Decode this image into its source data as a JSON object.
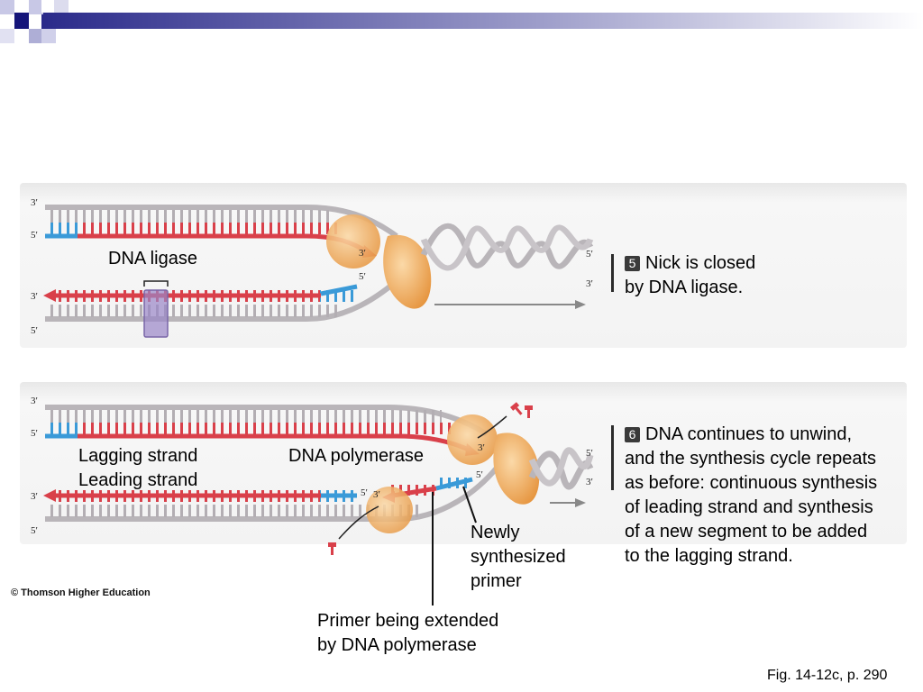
{
  "panel5": {
    "label_ligase": "DNA ligase",
    "step_number": "5",
    "caption_line1": "Nick is closed",
    "caption_line2": "by DNA ligase."
  },
  "panel6": {
    "label_lagging": "Lagging strand",
    "label_leading": "Leading strand",
    "label_polymerase": "DNA polymerase",
    "label_primer_line1": "Newly",
    "label_primer_line2": "synthesized",
    "label_primer_line3": "primer",
    "label_extended_line1": "Primer being extended",
    "label_extended_line2": "by DNA polymerase",
    "step_number": "6",
    "caption_lines": [
      "DNA continues to unwind,",
      "and the synthesis cycle repeats",
      "as before: continuous synthesis",
      "of leading strand and synthesis",
      "of a new segment to be added",
      "to the lagging strand."
    ]
  },
  "primes": {
    "three": "3′",
    "five": "5′"
  },
  "copyright": "© Thomson Higher Education",
  "figure_ref": "Fig. 14-12c, p. 290",
  "colors": {
    "template": "#b9b5b9",
    "new_strand": "#d9404a",
    "rna_primer": "#3a9ad8",
    "enzyme": "#f2b46a",
    "ligase": "#9a86c8",
    "panel_bg": "#f4f4f4"
  }
}
